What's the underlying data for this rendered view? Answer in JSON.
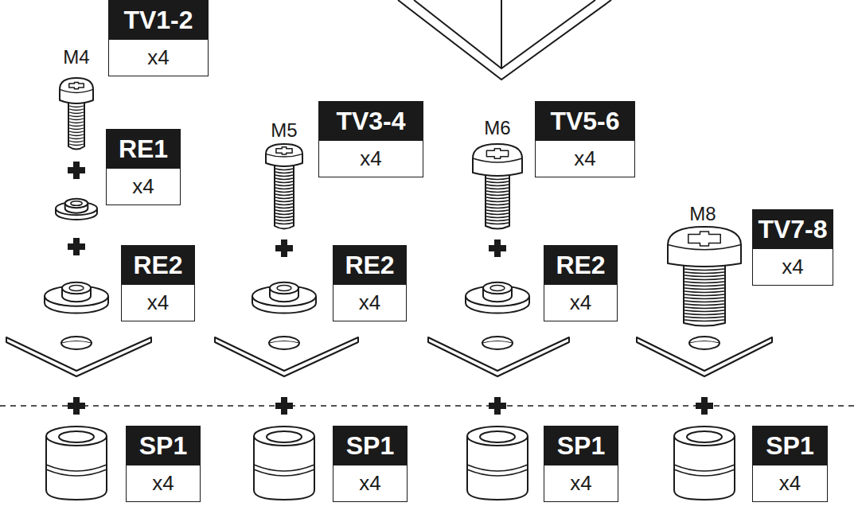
{
  "diagram": {
    "nodes": [
      {
        "text": [
          "TV1-2",
          "x4"
        ]
      },
      {
        "text": [
          "RE1",
          "x4"
        ]
      },
      {
        "text": [
          "RE2",
          "x4"
        ]
      },
      {
        "text": [
          "SP1",
          "x4"
        ]
      },
      {
        "text": [
          "TV3-4",
          "x4"
        ]
      },
      {
        "text": [
          "RE2",
          "x4"
        ]
      },
      {
        "text": [
          "SP1",
          "x4"
        ]
      },
      {
        "text": [
          "TV5-6",
          "x4"
        ]
      },
      {
        "text": [
          "RE2",
          "x4"
        ]
      },
      {
        "text": [
          "SP1",
          "x4"
        ]
      },
      {
        "text": [
          "TV7-8",
          "x4"
        ]
      },
      {
        "text": [
          "SP1",
          "x4"
        ]
      }
    ],
    "labels": [
      "M4",
      "M5",
      "M6",
      "M8"
    ]
  }
}
